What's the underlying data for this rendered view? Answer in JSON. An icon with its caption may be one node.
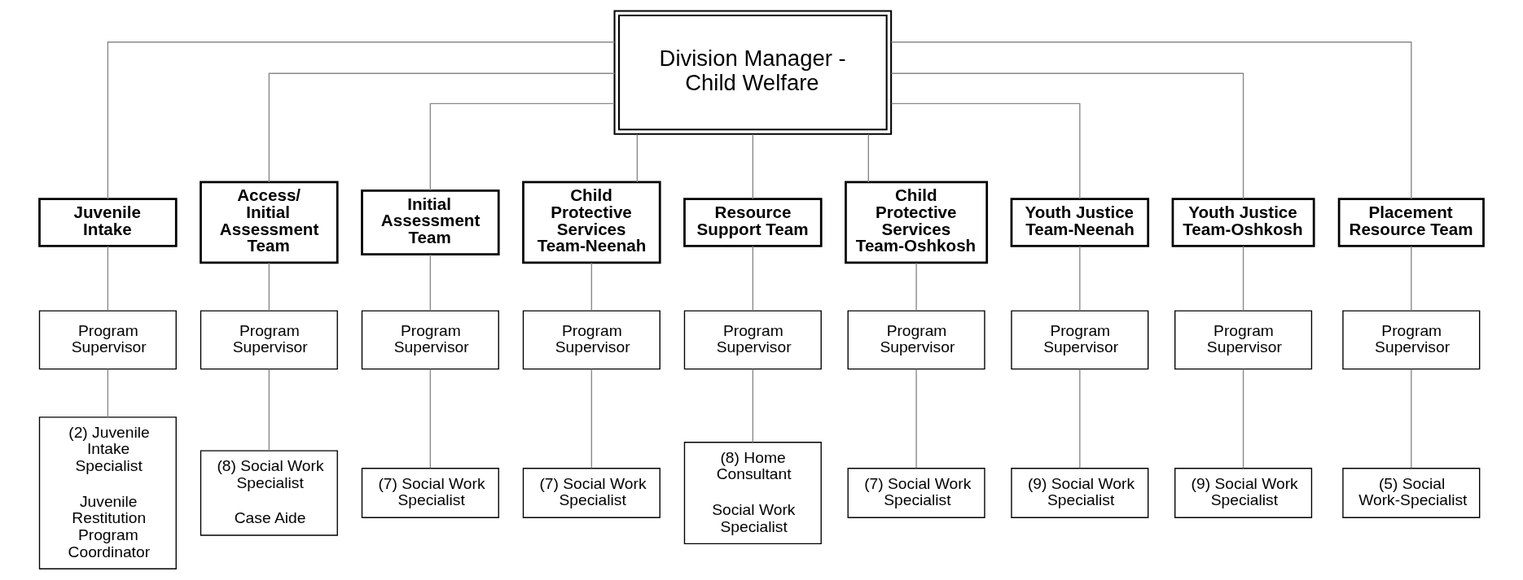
{
  "diagram": {
    "nodes": [
      {
        "text": [
          "Division Manager - Child Welfare"
        ]
      },
      {
        "text": [
          "Juvenile Intake"
        ]
      },
      {
        "text": [
          "Access/ Initial Assessment Team"
        ]
      },
      {
        "text": [
          "Initial Assessment Team"
        ]
      },
      {
        "text": [
          "Child Protective Services Team-Neenah"
        ]
      },
      {
        "text": [
          "Resource Support Team"
        ]
      },
      {
        "text": [
          "Child Protective Services Team-Oshkosh"
        ]
      },
      {
        "text": [
          "Youth Justice Team-Neenah"
        ]
      },
      {
        "text": [
          "Youth Justice Team-Oshkosh"
        ]
      },
      {
        "text": [
          "Placement Resource Team"
        ]
      },
      {
        "text": [
          "Program Supervisor"
        ]
      },
      {
        "text": [
          "Program Supervisor"
        ]
      },
      {
        "text": [
          "Program Supervisor"
        ]
      },
      {
        "text": [
          "Program Supervisor"
        ]
      },
      {
        "text": [
          "Program Supervisor"
        ]
      },
      {
        "text": [
          "Program Supervisor"
        ]
      },
      {
        "text": [
          "Program Supervisor"
        ]
      },
      {
        "text": [
          "Program Supervisor"
        ]
      },
      {
        "text": [
          "Program Supervisor"
        ]
      },
      {
        "text": [
          "(2) Juvenile Intake Specialist",
          "Juvenile Restitution Program Coordinator"
        ]
      },
      {
        "text": [
          "(8) Social Work Specialist",
          "Case Aide"
        ]
      },
      {
        "text": [
          "(7) Social Work Specialist"
        ]
      },
      {
        "text": [
          "(7) Social Work Specialist"
        ]
      },
      {
        "text": [
          "(8) Home Consultant",
          "Social Work Specialist"
        ]
      },
      {
        "text": [
          "(7) Social Work Specialist"
        ]
      },
      {
        "text": [
          "(9) Social Work Specialist"
        ]
      },
      {
        "text": [
          "(9) Social Work Specialist"
        ]
      },
      {
        "text": [
          "(5) Social Work-Specialist"
        ]
      }
    ],
    "edges": [
      {
        "from": 0,
        "to": 1,
        "arrow": "none"
      },
      {
        "from": 0,
        "to": 2,
        "arrow": "none"
      },
      {
        "from": 0,
        "to": 3,
        "arrow": "none"
      },
      {
        "from": 0,
        "to": 4,
        "arrow": "none"
      },
      {
        "from": 0,
        "to": 5,
        "arrow": "none"
      },
      {
        "from": 0,
        "to": 6,
        "arrow": "none"
      },
      {
        "from": 0,
        "to": 7,
        "arrow": "none"
      },
      {
        "from": 0,
        "to": 8,
        "arrow": "none"
      },
      {
        "from": 0,
        "to": 9,
        "arrow": "none"
      },
      {
        "from": 1,
        "to": 10,
        "arrow": "none"
      },
      {
        "from": 2,
        "to": 11,
        "arrow": "none"
      },
      {
        "from": 3,
        "to": 12,
        "arrow": "none"
      },
      {
        "from": 4,
        "to": 13,
        "arrow": "none"
      },
      {
        "from": 5,
        "to": 14,
        "arrow": "none"
      },
      {
        "from": 6,
        "to": 15,
        "arrow": "none"
      },
      {
        "from": 7,
        "to": 16,
        "arrow": "none"
      },
      {
        "from": 8,
        "to": 17,
        "arrow": "none"
      },
      {
        "from": 9,
        "to": 18,
        "arrow": "none"
      },
      {
        "from": 10,
        "to": 19,
        "arrow": "none"
      },
      {
        "from": 11,
        "to": 20,
        "arrow": "none"
      },
      {
        "from": 12,
        "to": 21,
        "arrow": "none"
      },
      {
        "from": 13,
        "to": 22,
        "arrow": "none"
      },
      {
        "from": 14,
        "to": 23,
        "arrow": "none"
      },
      {
        "from": 15,
        "to": 24,
        "arrow": "none"
      },
      {
        "from": 16,
        "to": 25,
        "arrow": "none"
      },
      {
        "from": 17,
        "to": 26,
        "arrow": "none"
      },
      {
        "from": 18,
        "to": 27,
        "arrow": "none"
      }
    ]
  }
}
